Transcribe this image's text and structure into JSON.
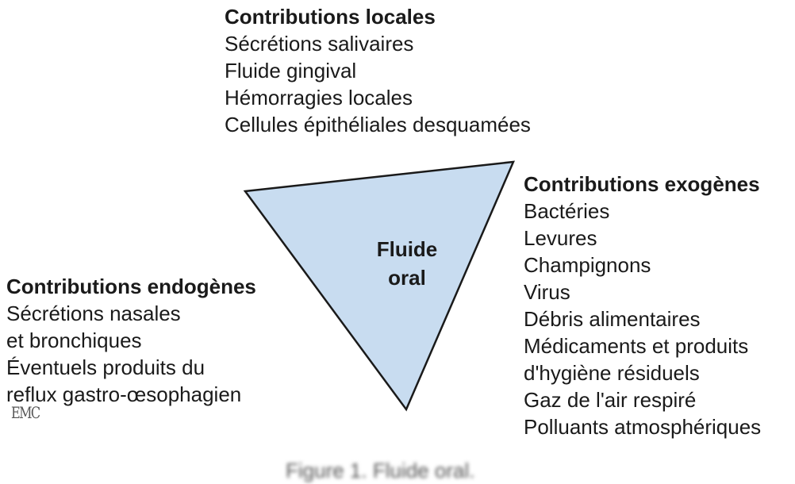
{
  "colors": {
    "triangle_fill": "#c8dcf0",
    "triangle_stroke": "#1a1a1a",
    "text": "#1a1a1a"
  },
  "center": {
    "line1": "Fluide",
    "line2": "oral"
  },
  "locales": {
    "heading": "Contributions locales",
    "items": [
      "Sécrétions salivaires",
      "Fluide gingival",
      "Hémorragies locales",
      "Cellules épithéliales desquamées"
    ]
  },
  "exogenes": {
    "heading": "Contributions exogènes",
    "items": [
      "Bactéries",
      "Levures",
      "Champignons",
      "Virus",
      "Débris alimentaires",
      "Médicaments et produits",
      "d'hygiène résiduels",
      "Gaz de l'air respiré",
      "Polluants atmosphériques"
    ]
  },
  "endogenes": {
    "heading": "Contributions endogènes",
    "items": [
      "Sécrétions nasales",
      "et bronchiques",
      "Éventuels produits du",
      "reflux gastro-œsophagien"
    ]
  },
  "logo": {
    "text": "EMC"
  },
  "caption": {
    "text": "Figure 1. Fluide oral."
  }
}
